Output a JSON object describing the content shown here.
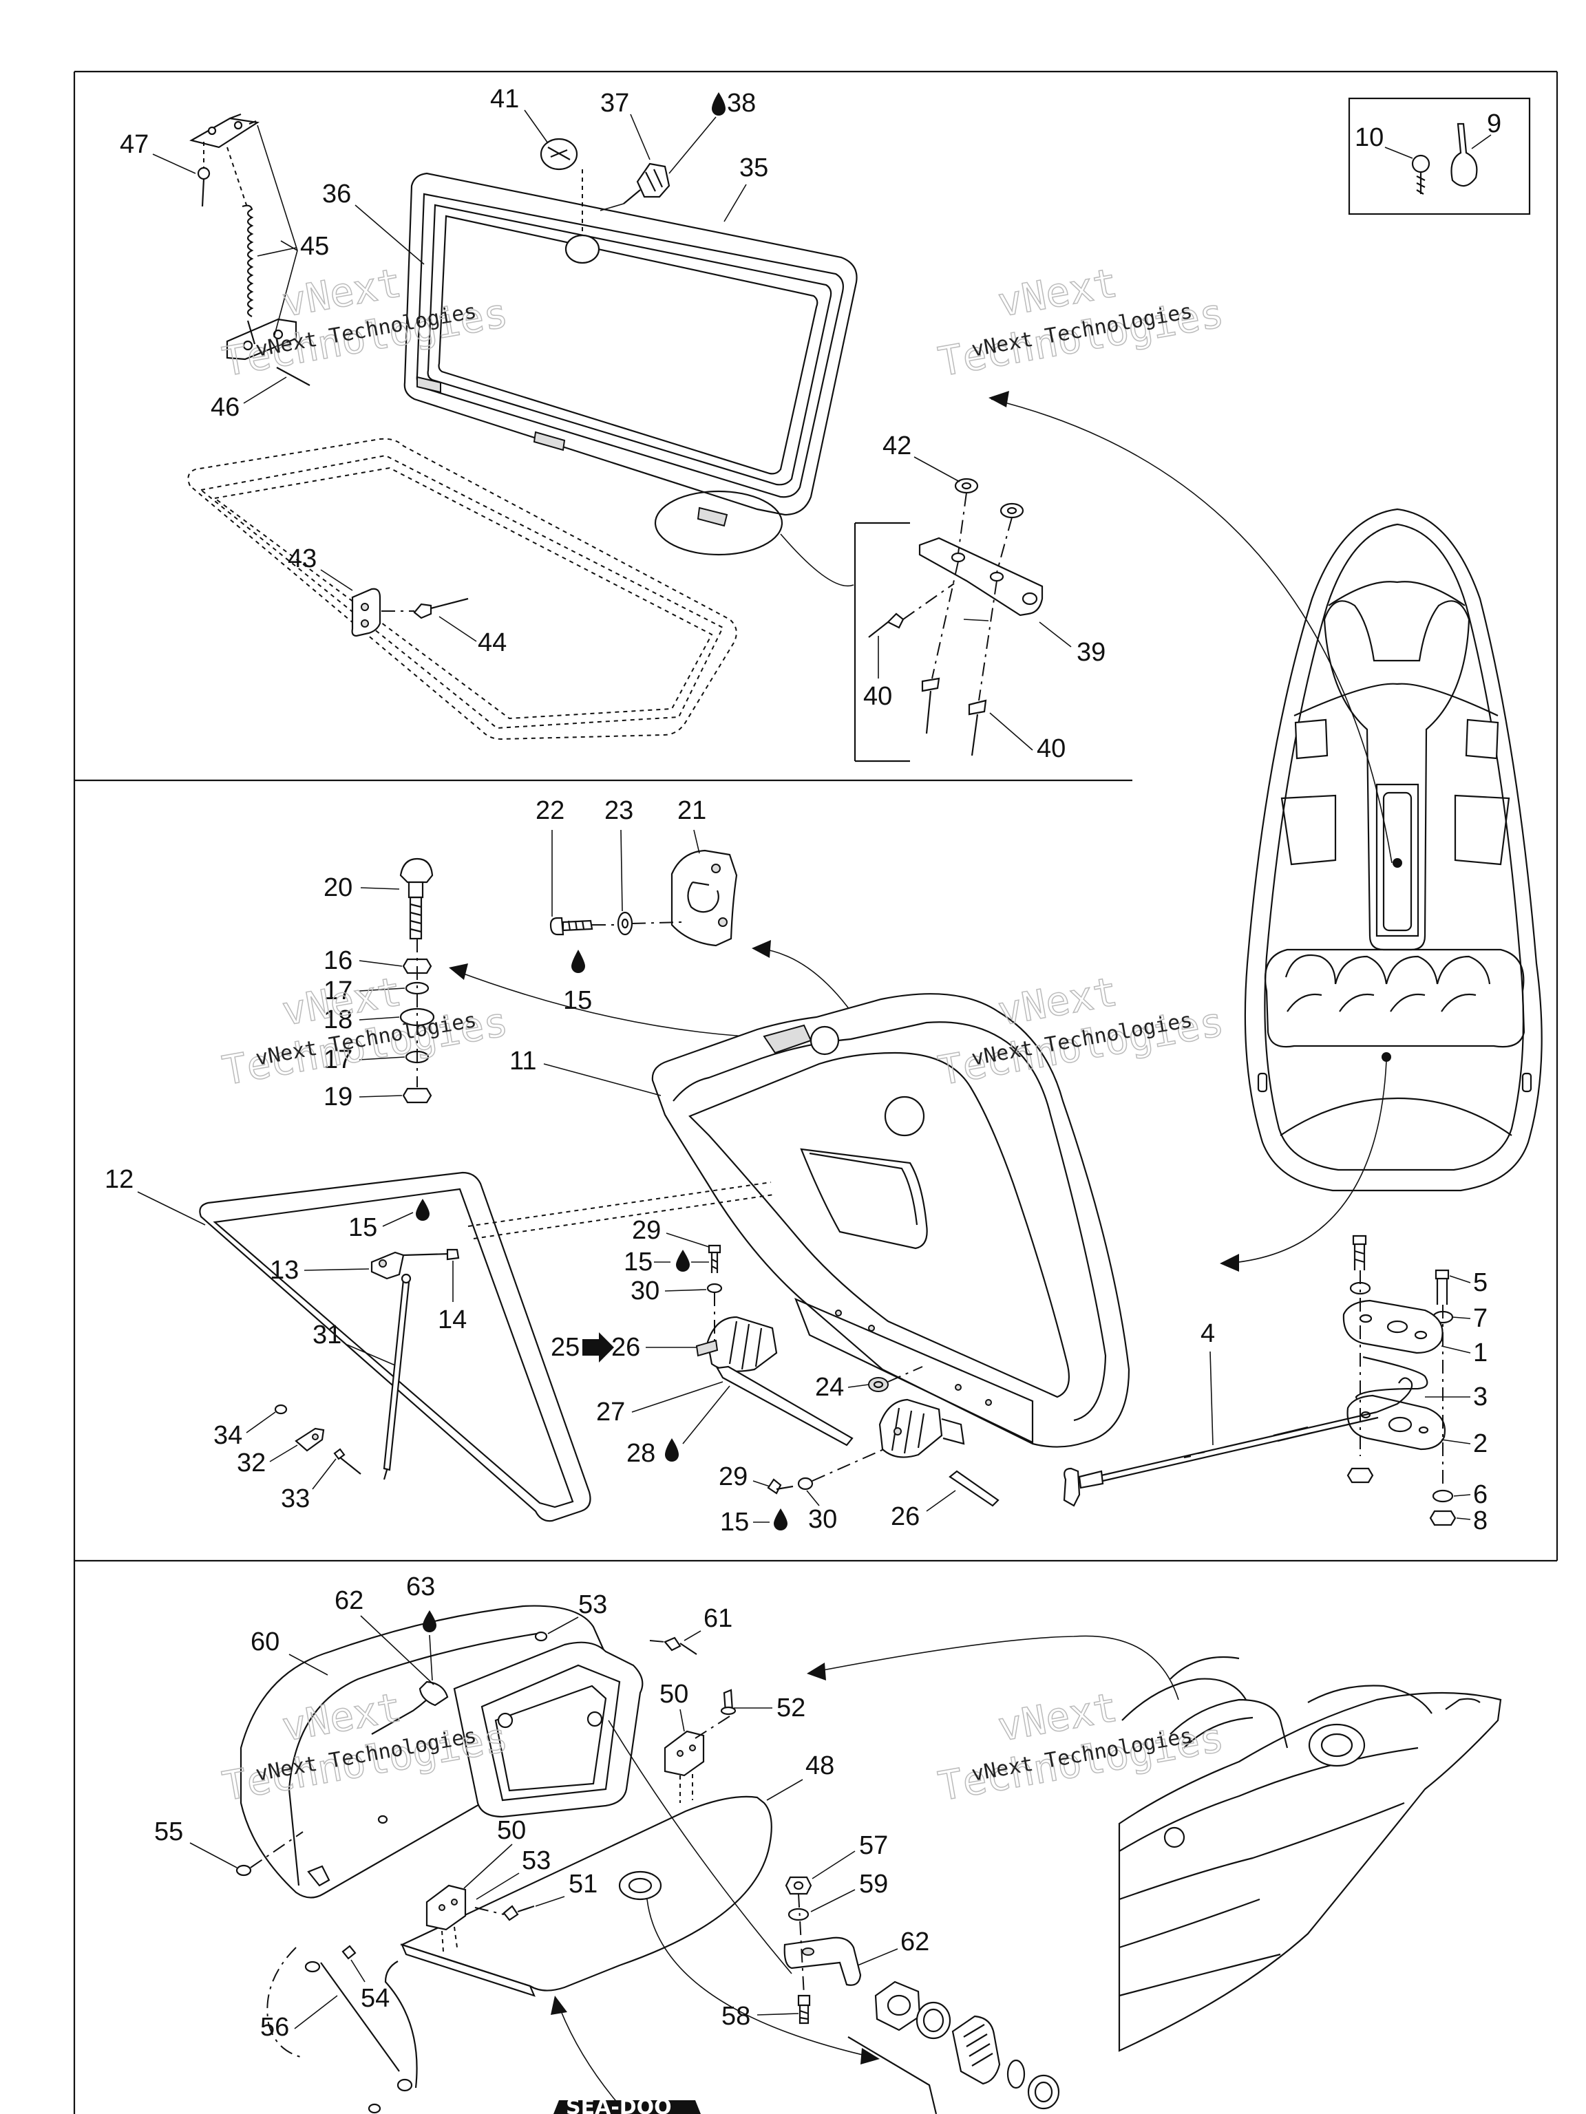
{
  "watermark": {
    "line1": "vNext",
    "line2": "Technologies",
    "combined": "vNext Technologies"
  },
  "brand_logo": "SEA-DOO",
  "callouts": {
    "top": [
      "47",
      "41",
      "37",
      "38",
      "35",
      "36",
      "45",
      "10",
      "9",
      "46",
      "42",
      "43",
      "44",
      "39",
      "40",
      "40"
    ],
    "middle": [
      "22",
      "23",
      "21",
      "20",
      "16",
      "17",
      "18",
      "17",
      "19",
      "15",
      "11",
      "12",
      "15",
      "13",
      "14",
      "31",
      "29",
      "15",
      "30",
      "25",
      "26",
      "24",
      "27",
      "28",
      "34",
      "32",
      "33",
      "29",
      "30",
      "15",
      "26",
      "4",
      "5",
      "7",
      "1",
      "3",
      "2",
      "6",
      "8"
    ],
    "bottom": [
      "62",
      "63",
      "53",
      "60",
      "61",
      "50",
      "52",
      "48",
      "55",
      "50",
      "53",
      "51",
      "57",
      "59",
      "62",
      "54",
      "56",
      "58"
    ]
  }
}
